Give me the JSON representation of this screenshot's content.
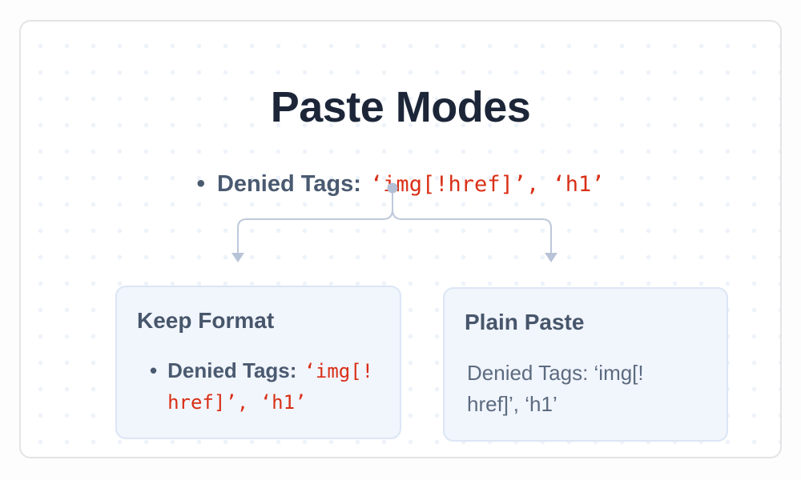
{
  "title": "Paste Modes",
  "bullet_char": "•",
  "root_item": {
    "label": "Denied Tags:",
    "code": "‘img[!href]’, ‘h1’"
  },
  "branches": [
    {
      "heading": "Keep Format",
      "item": {
        "label": "Denied Tags:",
        "code": "‘img[!href]’, ‘h1’",
        "code_lines": [
          "‘img[!",
          "href]’, ‘h1’"
        ]
      }
    },
    {
      "heading": "Plain Paste",
      "text": "Denied Tags: ‘img[!href]’, ‘h1’",
      "text_lines": [
        "Denied Tags: ‘img[!",
        "href]’, ‘h1’"
      ]
    }
  ],
  "colors": {
    "title_text": "#1c2638",
    "label_text": "#4a5a70",
    "code_red": "#d92f16",
    "body_text": "#5c6b80",
    "box_fill": "#f1f5fc",
    "box_border": "#dce6f5",
    "connector": "#bdc8db",
    "card_border": "#e4e4e5",
    "dot_grid": "#eef3fa"
  }
}
